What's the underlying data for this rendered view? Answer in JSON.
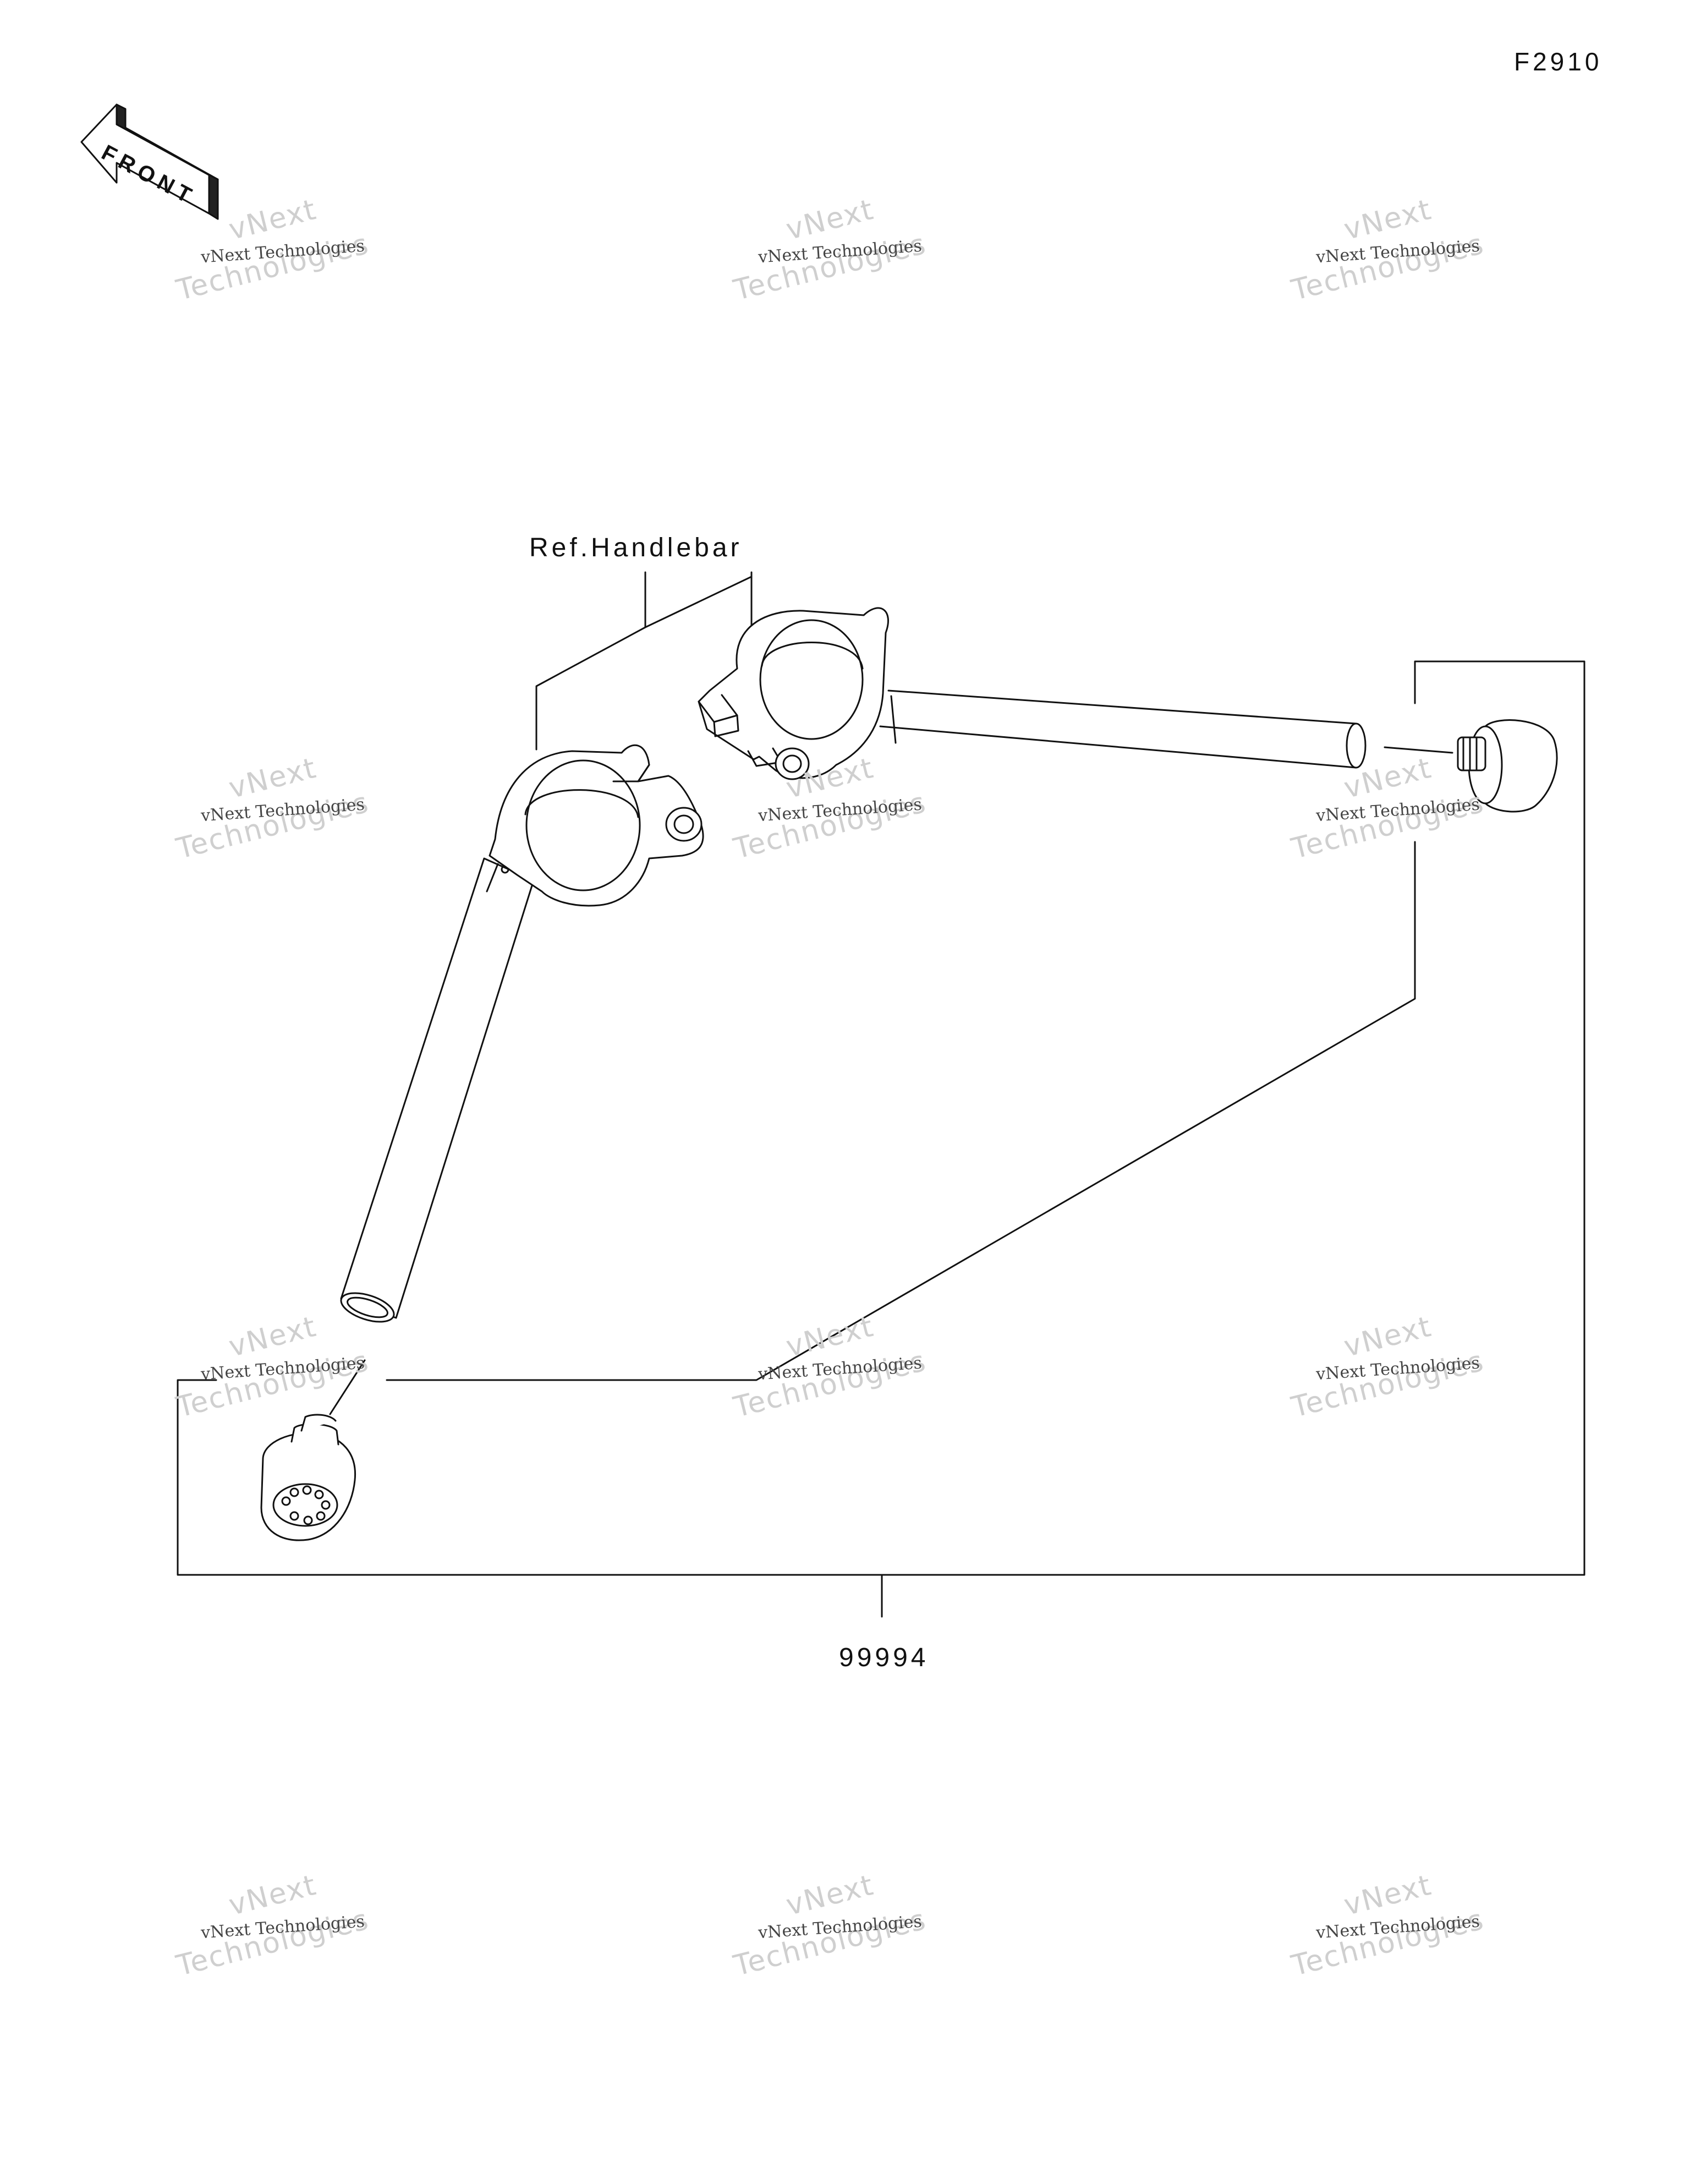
{
  "diagram_code": "F2910",
  "front_marker": "FRONT",
  "callouts": {
    "reference": "Ref.Handlebar",
    "kit_part_number": "99994"
  },
  "watermark": {
    "small": "vNext Technologies",
    "large_top": "vNext",
    "large_bottom": "Technologies"
  },
  "colors": {
    "line": "#111111",
    "part_fill": "#ffffff",
    "watermark": "#cfcfcf"
  }
}
